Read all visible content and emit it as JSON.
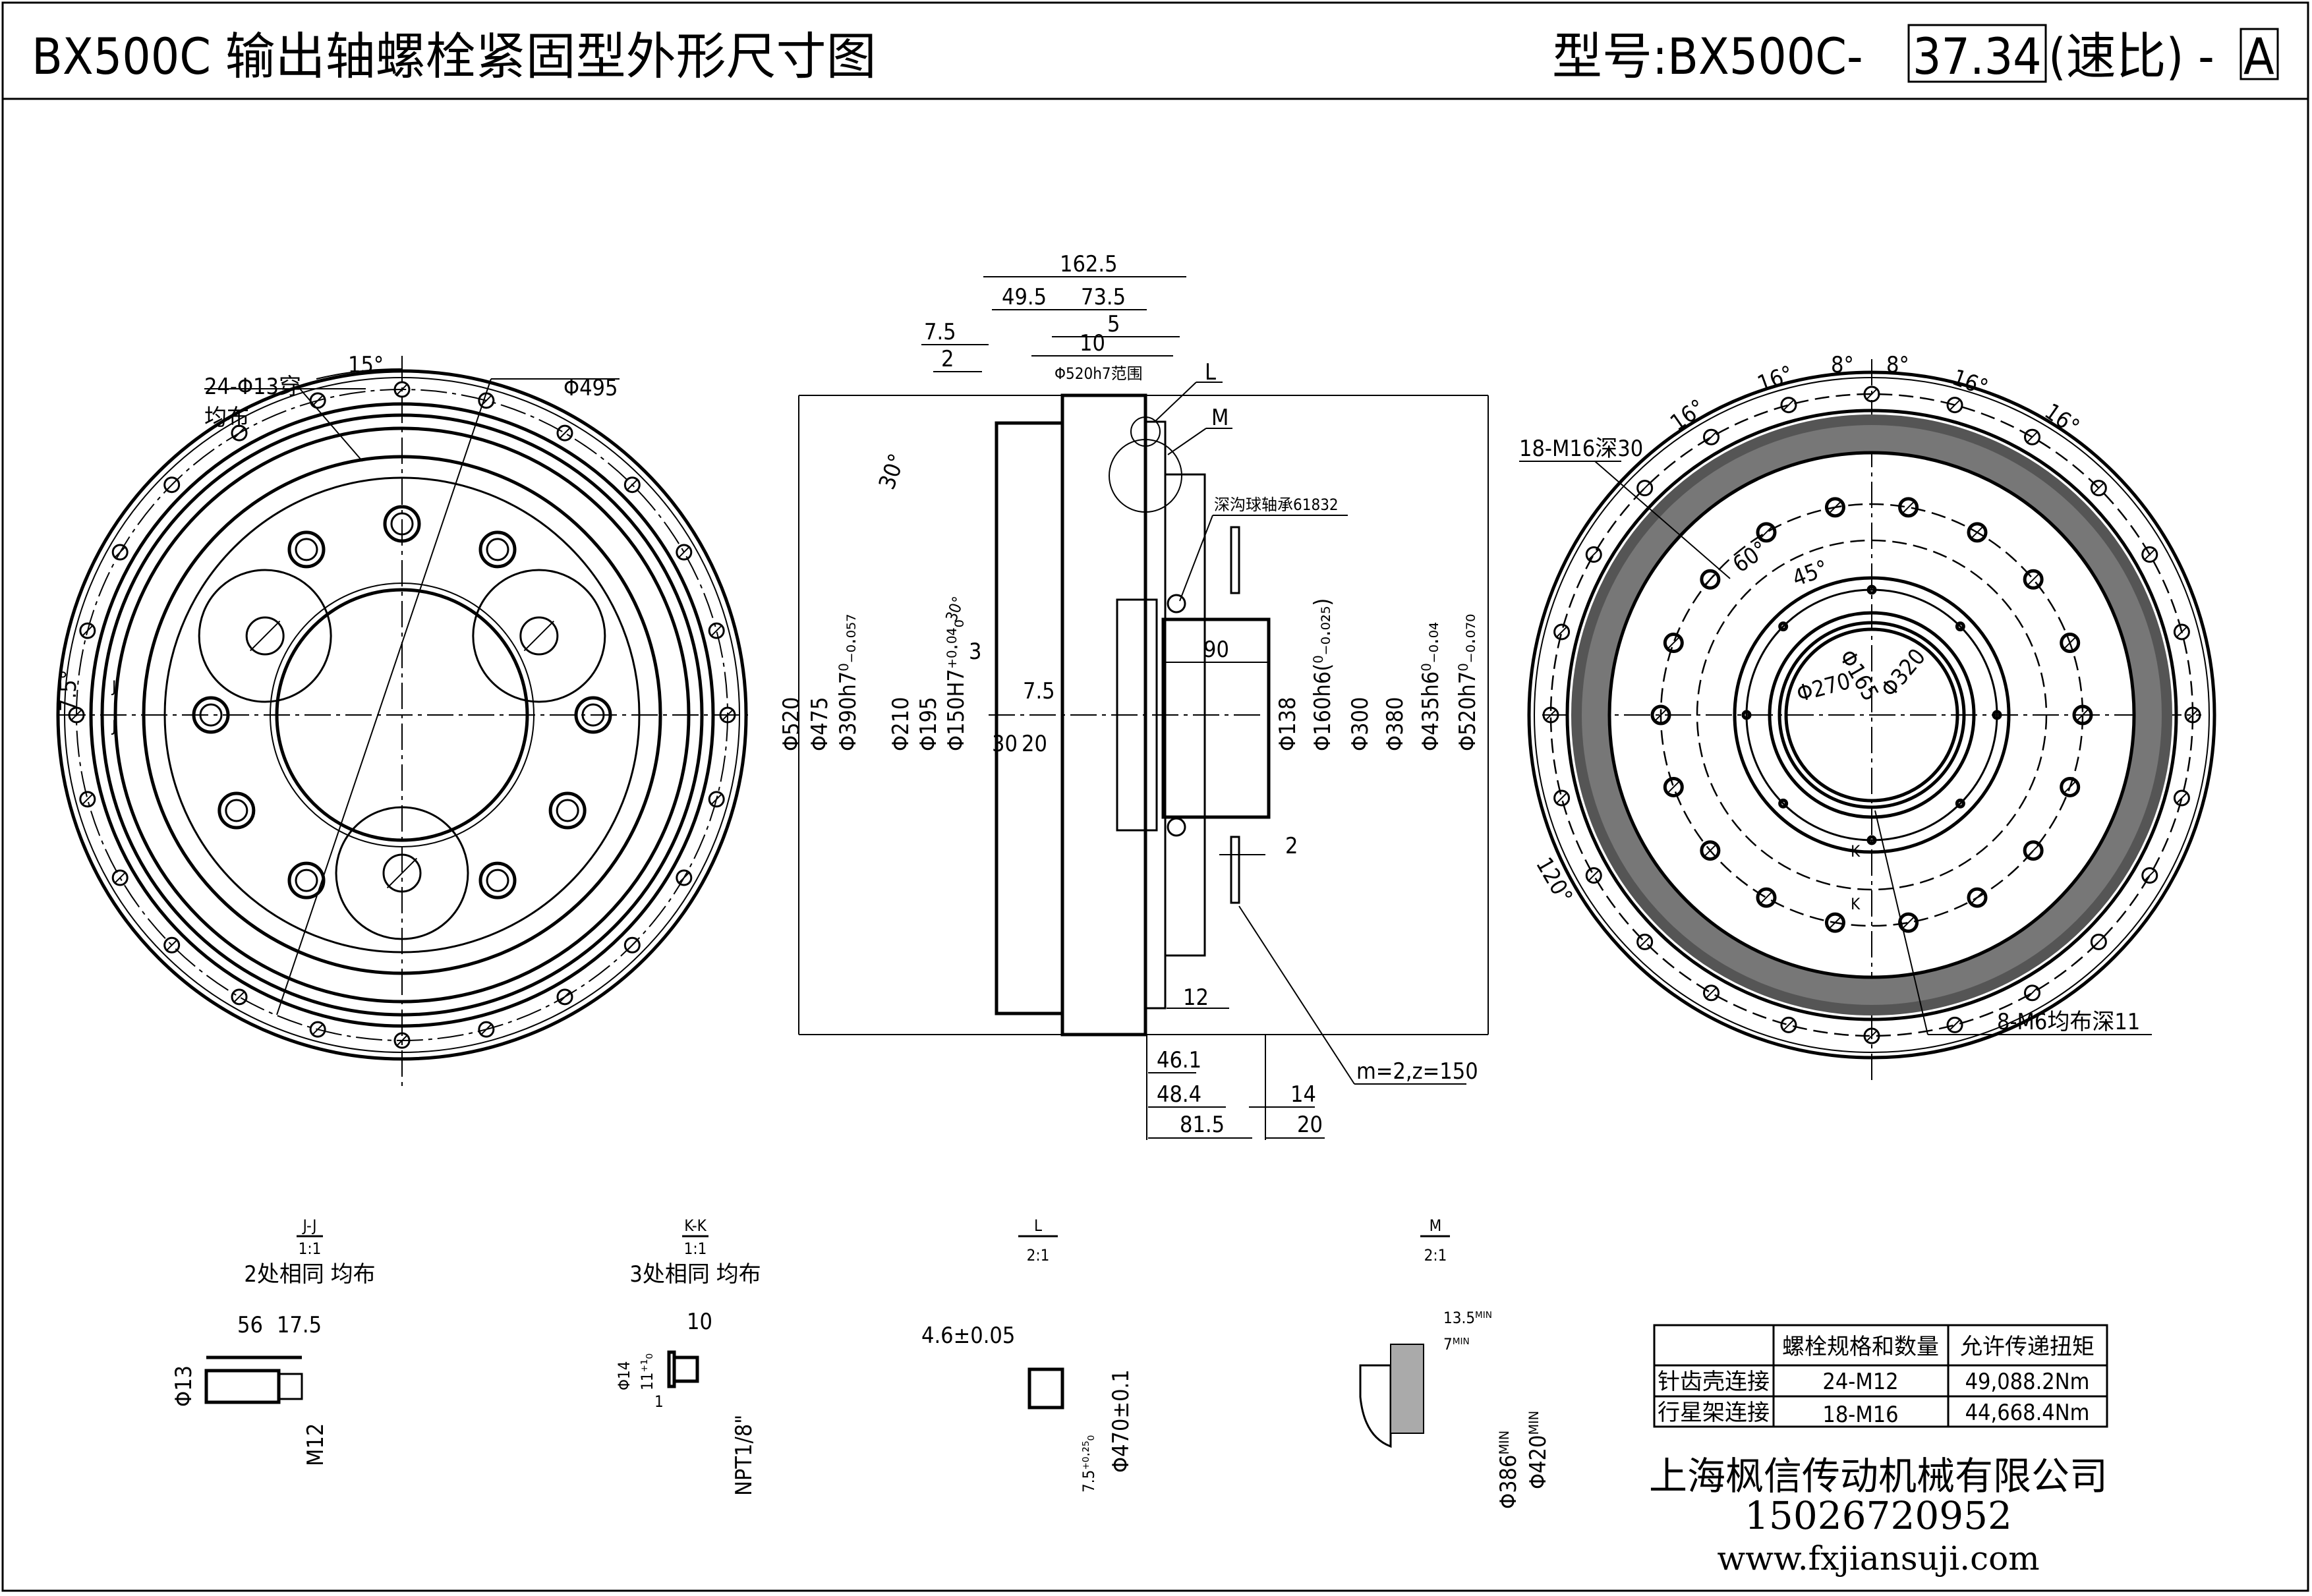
{
  "header": {
    "title": "BX500C  输出轴螺栓紧固型外形尺寸图",
    "model_prefix": "型号:BX500C-",
    "ratio_value": "37.34",
    "ratio_suffix": "(速比) -",
    "variant": "A"
  },
  "front_view": {
    "hole_callout_1": "24-Φ13穿",
    "hole_callout_2": "均布",
    "angle_top": "15°",
    "pcd": "Φ495",
    "angle_side": "7.5°",
    "section_mark": "J"
  },
  "side_view": {
    "top_dims": [
      "162.5",
      "49.5",
      "73.5",
      "7.5",
      "2",
      "10",
      "5"
    ],
    "range_note": "Φ520h7范围",
    "detail_L": "L",
    "detail_M": "M",
    "bearing_note": "深沟球轴承61832",
    "chamfer_angle_1": "30°",
    "chamfer_angle_2": "30°",
    "dim_3": "3",
    "dim_7_5": "7.5",
    "dim_30": "30",
    "dim_20": "20",
    "dim_90": "90",
    "dim_2": "2",
    "dim_12": "12",
    "left_diameters": [
      "Φ520",
      "Φ475",
      "Φ390h7⁰₋₀.₀₅₇",
      "Φ210",
      "Φ195",
      "Φ150H7⁺⁰·⁰⁴₀"
    ],
    "right_diameters": [
      "Φ138",
      "Φ160h6(⁰₋₀.₀₂₅)",
      "Φ300",
      "Φ380",
      "Φ435h6⁰₋₀.₀₄",
      "Φ520h7⁰₋₀.₀₇₀"
    ],
    "bottom_dims": [
      "46.1",
      "48.4",
      "81.5",
      "14",
      "20"
    ],
    "gear_note": "m=2,z=150"
  },
  "rear_view": {
    "hole_callout": "18-M16深30",
    "angles_16": [
      "16°",
      "16°",
      "16°",
      "16°"
    ],
    "angles_8": [
      "8°",
      "8°"
    ],
    "angle_60": "60°",
    "angle_45": "45°",
    "angle_120": "120°",
    "dia_270": "Φ270",
    "dia_165": "Φ165",
    "dia_320": "Φ320",
    "section_mark": "K",
    "m6_callout": "8-M6均布深11"
  },
  "detail_views": [
    {
      "name": "J-J",
      "scale": "1:1",
      "note": "2处相同 均布",
      "dims": [
        "56",
        "17.5",
        "Φ13",
        "M12"
      ]
    },
    {
      "name": "K-K",
      "scale": "1:1",
      "note": "3处相同 均布",
      "dims": [
        "10",
        "Φ14",
        "11⁺¹₀",
        "1",
        "NPT1/8\""
      ]
    },
    {
      "name": "L",
      "scale": "2:1",
      "note": "",
      "dims": [
        "4.6±0.05",
        "7.5⁺⁰·²⁵₀",
        "Φ470±0.1"
      ]
    },
    {
      "name": "M",
      "scale": "2:1",
      "note": "",
      "dims": [
        "13.5ᴹᴵᴺ",
        "7ᴹᴵᴺ",
        "Φ386ᴹᴵᴺ",
        "Φ420ᴹᴵᴺ"
      ]
    }
  ],
  "torque_table": {
    "headers": [
      "",
      "螺栓规格和数量",
      "允许传递扭矩"
    ],
    "rows": [
      [
        "针齿壳连接",
        "24-M12",
        "49,088.2Nm"
      ],
      [
        "行星架连接",
        "18-M16",
        "44,668.4Nm"
      ]
    ]
  },
  "company": {
    "name": "上海枫信传动机械有限公司",
    "phone": "15026720952",
    "website": "www.fxjiansuji.com"
  }
}
